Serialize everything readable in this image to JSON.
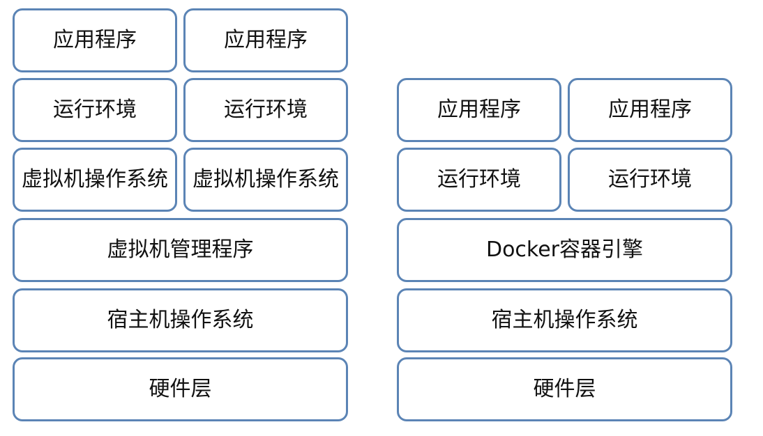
{
  "vm_stack": {
    "app_1": "应用程序",
    "app_2": "应用程序",
    "runtime_1": "运行环境",
    "runtime_2": "运行环境",
    "guest_os_1": "虚拟机操作系统",
    "guest_os_2": "虚拟机操作系统",
    "hypervisor": "虚拟机管理程序",
    "host_os": "宿主机操作系统",
    "hardware": "硬件层"
  },
  "docker_stack": {
    "app_1": "应用程序",
    "app_2": "应用程序",
    "runtime_1": "运行环境",
    "runtime_2": "运行环境",
    "engine": "Docker容器引擎",
    "host_os": "宿主机操作系统",
    "hardware": "硬件层"
  },
  "colors": {
    "border": "#5b84b5",
    "fill": "#ffffff",
    "text": "#111111"
  }
}
